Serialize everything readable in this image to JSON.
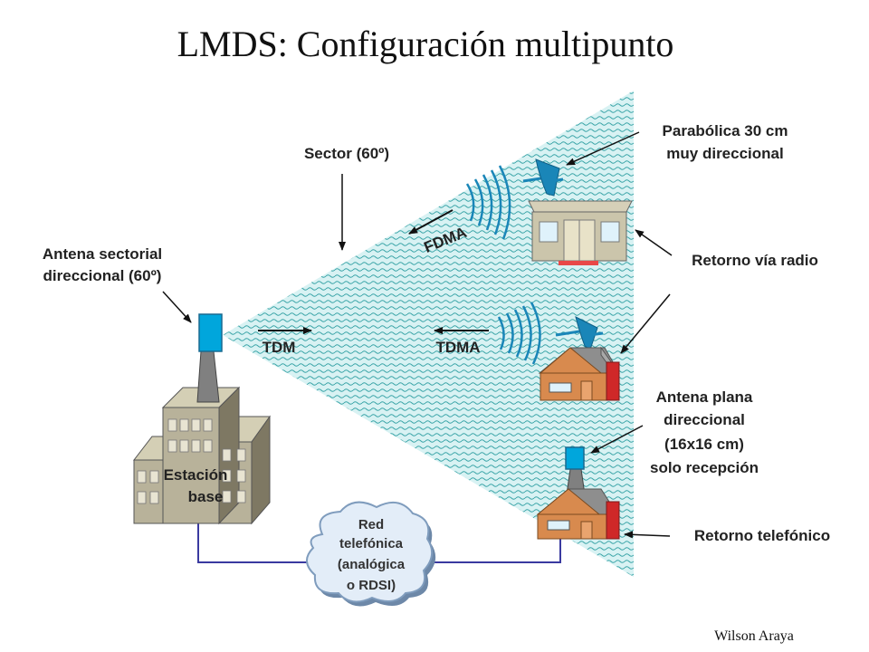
{
  "title": "LMDS: Configuración multipunto",
  "labels": {
    "sector": "Sector (60º)",
    "antena_sectorial_1": "Antena sectorial",
    "antena_sectorial_2": "direccional (60º)",
    "parabolica_1": "Parabólica 30 cm",
    "parabolica_2": "muy direccional",
    "retorno_radio": "Retorno vía radio",
    "fdma": "FDMA",
    "tdm": "TDM",
    "tdma": "TDMA",
    "antena_plana_1": "Antena plana",
    "antena_plana_2": "direccional",
    "antena_plana_3": "(16x16 cm)",
    "antena_plana_4": "solo recepción",
    "estacion_1": "Estación",
    "estacion_2": "base",
    "retorno_telefonico": "Retorno telefónico",
    "red_1": "Red",
    "red_2": "telefónica",
    "red_3": "(analógica",
    "red_4": "o RDSI)"
  },
  "author": "Wilson Araya",
  "colors": {
    "sector_fill": "#cdeef0",
    "sector_wave": "#3aa6a8",
    "antenna_blue": "#00a6dc",
    "dish_blue": "#1a86b8",
    "line_blue": "#3a3aa0",
    "building_gray": "#b8b29a",
    "house_orange": "#d88a4e",
    "roof_gray": "#8e8e8e"
  }
}
